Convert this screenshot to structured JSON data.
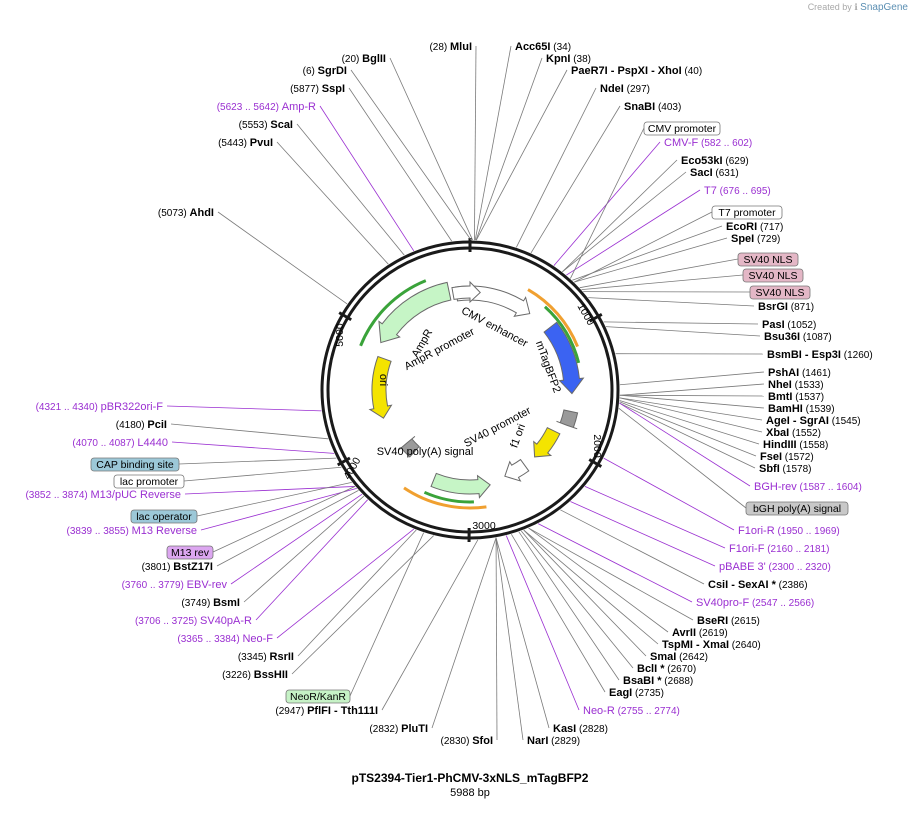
{
  "credit": {
    "created_by": "Created by",
    "brand": "SnapGene"
  },
  "plasmid": {
    "name": "pTS2394-Tier1-PhCMV-3xNLS_mTagBFP2",
    "size": "5988 bp"
  },
  "ticks": [
    "1000",
    "2000",
    "3000",
    "4000",
    "5000"
  ],
  "features_on_map": [
    "CMV enhancer",
    "mTagBFP2",
    "f1 ori",
    "SV40 promoter",
    "SV40 poly(A) signal",
    "ori",
    "AmpR",
    "AmpR promoter"
  ],
  "enzymes": [
    {
      "name": "BglII",
      "pos": "(20)"
    },
    {
      "name": "MluI",
      "pos": "(28)"
    },
    {
      "name": "Acc65I",
      "pos": "(34)"
    },
    {
      "name": "KpnI",
      "pos": "(38)"
    },
    {
      "name": "PaeR7I - PspXI - XhoI",
      "pos": "(40)"
    },
    {
      "name": "SgrDI",
      "pos": "(6)"
    },
    {
      "name": "SspI",
      "pos": "(5877)"
    },
    {
      "name": "NdeI",
      "pos": "(297)"
    },
    {
      "name": "SnaBI",
      "pos": "(403)"
    },
    {
      "name": "ScaI",
      "pos": "(5553)"
    },
    {
      "name": "PvuI",
      "pos": "(5443)"
    },
    {
      "name": "Eco53kI",
      "pos": "(629)"
    },
    {
      "name": "SacI",
      "pos": "(631)"
    },
    {
      "name": "AhdI",
      "pos": "(5073)"
    },
    {
      "name": "EcoRI",
      "pos": "(717)"
    },
    {
      "name": "SpeI",
      "pos": "(729)"
    },
    {
      "name": "BsrGI",
      "pos": "(871)"
    },
    {
      "name": "PasI",
      "pos": "(1052)"
    },
    {
      "name": "Bsu36I",
      "pos": "(1087)"
    },
    {
      "name": "BsmBI - Esp3I",
      "pos": "(1260)"
    },
    {
      "name": "PshAI",
      "pos": "(1461)"
    },
    {
      "name": "NheI",
      "pos": "(1533)"
    },
    {
      "name": "BmtI",
      "pos": "(1537)"
    },
    {
      "name": "BamHI",
      "pos": "(1539)"
    },
    {
      "name": "AgeI - SgrAI",
      "pos": "(1545)"
    },
    {
      "name": "XbaI",
      "pos": "(1552)"
    },
    {
      "name": "HindIII",
      "pos": "(1558)"
    },
    {
      "name": "PciI",
      "pos": "(4180)"
    },
    {
      "name": "FseI",
      "pos": "(1572)"
    },
    {
      "name": "SbfI",
      "pos": "(1578)"
    },
    {
      "name": "CsiI - SexAI *",
      "pos": "(2386)"
    },
    {
      "name": "BstZ17I",
      "pos": "(3801)"
    },
    {
      "name": "BsmI",
      "pos": "(3749)"
    },
    {
      "name": "BseRI",
      "pos": "(2615)"
    },
    {
      "name": "AvrII",
      "pos": "(2619)"
    },
    {
      "name": "TspMI - XmaI",
      "pos": "(2640)"
    },
    {
      "name": "SmaI",
      "pos": "(2642)"
    },
    {
      "name": "BclI *",
      "pos": "(2670)"
    },
    {
      "name": "RsrII",
      "pos": "(3345)"
    },
    {
      "name": "BsaBI *",
      "pos": "(2688)"
    },
    {
      "name": "BssHII",
      "pos": "(3226)"
    },
    {
      "name": "EagI",
      "pos": "(2735)"
    },
    {
      "name": "PflFI - Tth111I",
      "pos": "(2947)"
    },
    {
      "name": "PluTI",
      "pos": "(2832)"
    },
    {
      "name": "KasI",
      "pos": "(2828)"
    },
    {
      "name": "SfoI",
      "pos": "(2830)"
    },
    {
      "name": "NarI",
      "pos": "(2829)"
    }
  ],
  "primers": [
    {
      "name": "Amp-R",
      "range": "(5623 .. 5642)"
    },
    {
      "name": "CMV-F",
      "range": "(582 .. 602)"
    },
    {
      "name": "T7",
      "range": "(676 .. 695)"
    },
    {
      "name": "pBR322ori-F",
      "range": "(4321 .. 4340)"
    },
    {
      "name": "L4440",
      "range": "(4070 .. 4087)"
    },
    {
      "name": "M13/pUC Reverse",
      "range": "(3852 .. 3874)"
    },
    {
      "name": "M13 Reverse",
      "range": "(3839 .. 3855)"
    },
    {
      "name": "BGH-rev",
      "range": "(1587 .. 1604)"
    },
    {
      "name": "F1ori-R",
      "range": "(1950 .. 1969)"
    },
    {
      "name": "F1ori-F",
      "range": "(2160 .. 2181)"
    },
    {
      "name": "pBABE 3'",
      "range": "(2300 .. 2320)"
    },
    {
      "name": "EBV-rev",
      "range": "(3760 .. 3779)"
    },
    {
      "name": "SV40pro-F",
      "range": "(2547 .. 2566)"
    },
    {
      "name": "SV40pA-R",
      "range": "(3706 .. 3725)"
    },
    {
      "name": "Neo-F",
      "range": "(3365 .. 3384)"
    },
    {
      "name": "Neo-R",
      "range": "(2755 .. 2774)"
    }
  ],
  "boxed_labels": [
    {
      "name": "CMV promoter"
    },
    {
      "name": "T7 promoter"
    },
    {
      "name": "SV40 NLS"
    },
    {
      "name": "SV40 NLS"
    },
    {
      "name": "SV40 NLS"
    },
    {
      "name": "BGH-rev"
    },
    {
      "name": "bGH poly(A) signal"
    },
    {
      "name": "CAP binding site"
    },
    {
      "name": "lac promoter"
    },
    {
      "name": "lac operator"
    },
    {
      "name": "M13 rev"
    },
    {
      "name": "NeoR/KanR"
    }
  ],
  "colors": {
    "backbone": "#1a1a1a",
    "primer": "#9a2fd1",
    "cmv_enhancer": "#ffffff",
    "mtagbfp2": "#3b63f2",
    "f1ori": "#9a9a9a",
    "sv40_promoter": "#ffffff",
    "polyA": "#9a9a9a",
    "ori": "#f4e400",
    "ampr": "#c6f5c6",
    "orf_orange": "#f0a030",
    "orf_green": "#3aa33a",
    "misc_pink": "#e4b7c6",
    "misc_teal": "#9cc8d8",
    "misc_lilac": "#dca6f0",
    "misc_green": "#c6f2c6",
    "misc_gray": "#c8c8c8"
  }
}
